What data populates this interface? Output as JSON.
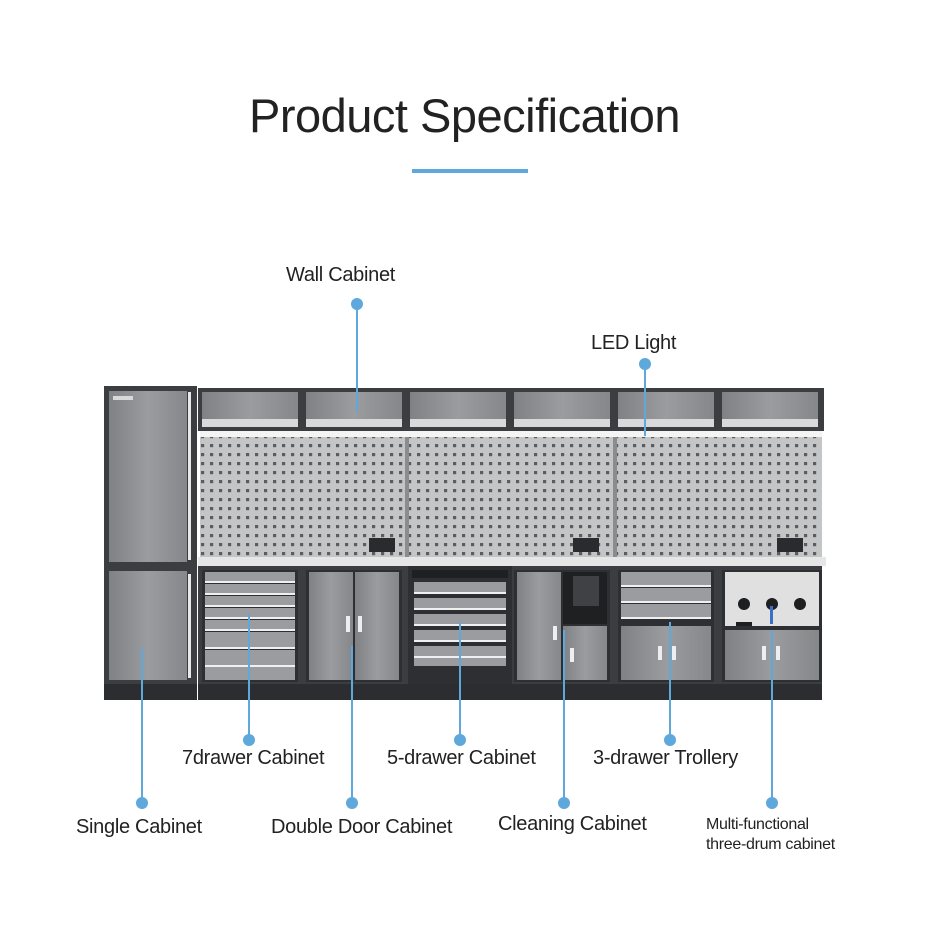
{
  "header": {
    "title": "Product Specification",
    "accent_color": "#5ea8dc"
  },
  "callouts": {
    "wall_cabinet": "Wall Cabinet",
    "led_light": "LED Light",
    "seven_drawer_cabinet": "7drawer Cabinet",
    "five_drawer_cabinet": "5-drawer Cabinet",
    "three_drawer_trolley": "3-drawer Trollery",
    "single_cabinet": "Single Cabinet",
    "double_door_cabinet": "Double Door Cabinet",
    "cleaning_cabinet": "Cleaning Cabinet",
    "multi_functional_line1": "Multi-functional",
    "multi_functional_line2": "three-drum cabinet"
  },
  "colors": {
    "frame": "#3b3d40",
    "panel": "#8d8f92",
    "pegboard": "#c9cacc",
    "leader": "#5ea8dc"
  }
}
